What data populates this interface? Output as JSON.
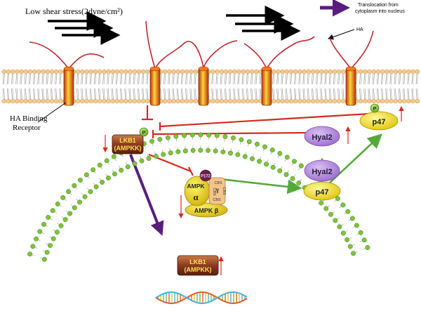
{
  "texts": {
    "shear_label": "Low shear stress(2dyne/cm²)",
    "legend_label_1": "Translocation from",
    "legend_label_2": "cytoplasm into nucleus",
    "ha_label": "HA",
    "receptor_label_1": "HA Binding",
    "receptor_label_2": "Receptor",
    "lkb1_line1": "LKB1",
    "lkb1_line2": "(AMPKK)",
    "phospho": "P",
    "p172": "P172",
    "ampk_alpha_1": "AMPK",
    "ampk_alpha_2": "α",
    "ampk_beta": "AMPK β",
    "cbs": "CBS",
    "gamma": "γ",
    "hyal2": "Hyal2",
    "p47": "p47"
  },
  "colors": {
    "membrane_head": "#f7c98a",
    "membrane_head_stroke": "#c8955a",
    "receptor": "#d9540f",
    "receptor_highlight": "#ffd33a",
    "ha_chain": "#c0272d",
    "inhibit": "#d62a1e",
    "activate": "#54a93b",
    "translocation": "#5a1d7d",
    "lkb1_box": "#8c3a1f",
    "lkb1_text": "#ffe24a",
    "hyal2": "#b58be0",
    "p47": "#f2e018",
    "nuclear_head": "#7cc43a",
    "dna_a": "#e35d2a",
    "dna_b": "#4ab0d4"
  }
}
